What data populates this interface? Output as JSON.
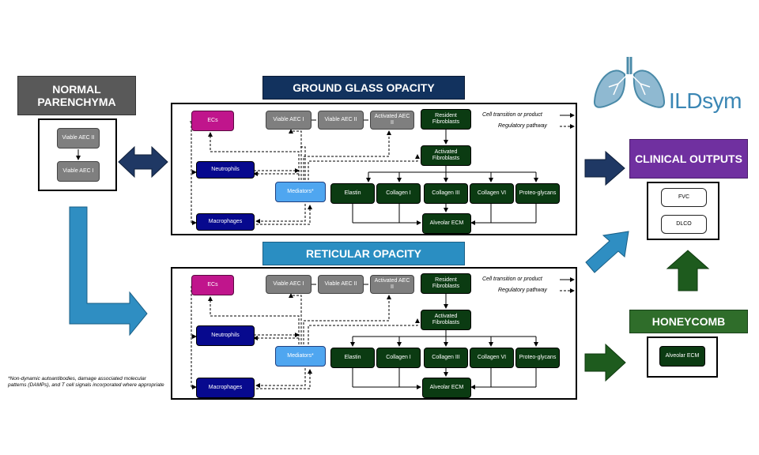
{
  "headers": {
    "normal": "NORMAL PARENCHYMA",
    "ggo": "GROUND GLASS OPACITY",
    "ro": "RETICULAR OPACITY",
    "clinical": "CLINICAL OUTPUTS",
    "honeycomb": "HONEYCOMB"
  },
  "logo_text": "ILDsym",
  "colors": {
    "header_grey": "#595959",
    "header_navy": "#12325e",
    "header_blue": "#2a8ec2",
    "header_purple": "#7030a0",
    "header_green": "#2f6d2a",
    "arrow_navy": "#1f3864",
    "arrow_blue": "#2f8ec2",
    "arrow_green": "#1e5b1e"
  },
  "normal_panel": {
    "nodes": [
      "Viable AEC II",
      "Viable AEC I"
    ]
  },
  "ggo_panel": {
    "nodes": {
      "ecs": "ECs",
      "neutrophils": "Neutrophils",
      "macrophages": "Macrophages",
      "mediators": "Mediators*",
      "aec1": "Viable AEC I",
      "aec2": "Viable AEC II",
      "activated_aec2": "Activated AEC II",
      "resident_fib": "Resident Fibroblasts",
      "activated_fib": "Activated Fibroblasts",
      "elastin": "Elastin",
      "collagen1": "Collagen I",
      "collagen3": "Collagen III",
      "collagen6": "Collagen VI",
      "proteoglycans": "Proteo-glycans",
      "ecm": "Alveolar ECM"
    },
    "legend": [
      "Cell transition or product",
      "Regulatory pathway"
    ]
  },
  "ro_panel": {
    "nodes": {
      "ecs": "ECs",
      "neutrophils": "Neutrophils",
      "macrophages": "Macrophages",
      "mediators": "Mediators*",
      "aec1": "Viable AEC I",
      "aec2": "Viable AEC II",
      "activated_aec2": "Activated AEC II",
      "resident_fib": "Resident Fibroblasts",
      "activated_fib": "Activated Fibroblasts",
      "elastin": "Elastin",
      "collagen1": "Collagen I",
      "collagen3": "Collagen III",
      "collagen6": "Collagen VI",
      "proteoglycans": "Proteo-glycans",
      "ecm": "Alveolar ECM"
    },
    "legend": [
      "Cell transition or product",
      "Regulatory pathway"
    ]
  },
  "clinical_panel": {
    "outputs": [
      "FVC",
      "DLCO"
    ]
  },
  "honeycomb_panel": {
    "node": "Alveolar ECM"
  },
  "footnote": "*Non-dynamic autoantibodies, damage associated molecular patterns (DAMPs), and T cell signals incorporated where appropriate"
}
